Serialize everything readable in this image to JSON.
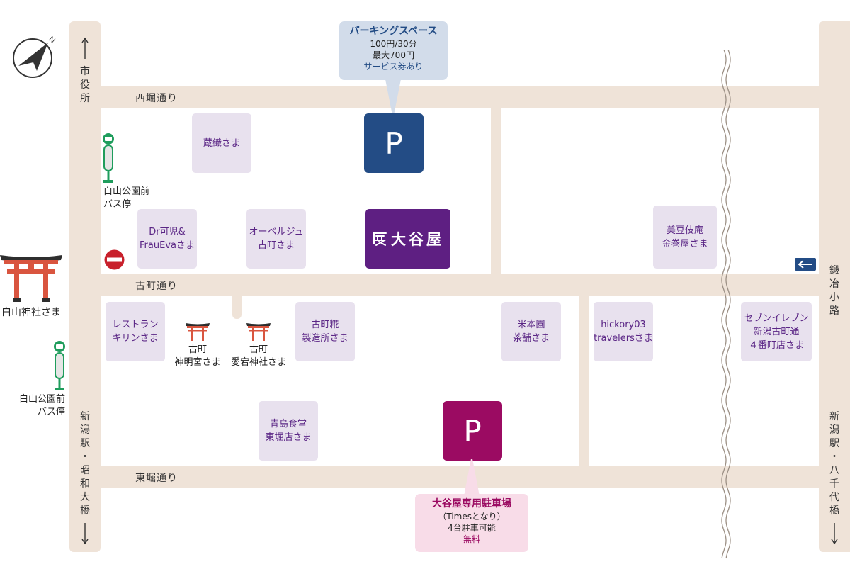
{
  "compass": {
    "north_label": "N",
    "icon": "compass-icon"
  },
  "roads": {
    "nishibori": "西堀通り",
    "furumachi": "古町通り",
    "higashibori": "東堀通り"
  },
  "directions": {
    "city_hall": "市役所",
    "kaji_koji": "鍛冶小路",
    "left_bottom": "新潟駅・昭和大橋",
    "right_bottom": "新潟駅・八千代橋"
  },
  "parking_space": {
    "label": "P",
    "callout_title": "パーキングスペース",
    "callout_line1": "100円/30分",
    "callout_line2": "最大700円",
    "callout_line3": "サービス券あり",
    "color": "#234c85"
  },
  "private_parking": {
    "label": "P",
    "callout_title": "大谷屋専用駐車場",
    "callout_line1": "（Timesとなり）",
    "callout_line2": "4台駐車可能",
    "callout_line3": "無料",
    "color": "#9b0b62"
  },
  "main_store": {
    "name": "大谷屋",
    "color": "#5e1f82"
  },
  "bus_stops": [
    {
      "line1": "白山公園前",
      "line2": "バス停"
    },
    {
      "line1": "白山公園前",
      "line2": "バス停"
    }
  ],
  "shrines": {
    "hakusan": "白山神社さま",
    "shinmei_line1": "古町",
    "shinmei_line2": "神明宮さま",
    "atago_line1": "古町",
    "atago_line2": "愛宕神社さま"
  },
  "shops": {
    "kuraori": {
      "line1": "蔵織さま"
    },
    "dr_kaji": {
      "line1": "Dr可児&",
      "line2": "FrauEvaさま"
    },
    "auberge": {
      "line1": "オーベルジュ",
      "line2": "古町さま"
    },
    "mitoteian": {
      "line1": "美豆伎庵",
      "line2": "金巻屋さま"
    },
    "kirin": {
      "line1": "レストラン",
      "line2": "キリンさま"
    },
    "koji": {
      "line1": "古町糀",
      "line2": "製造所さま"
    },
    "yonemoto": {
      "line1": "米本園",
      "line2": "茶舗さま"
    },
    "hickory": {
      "line1": "hickory03",
      "line2": "travelersさま"
    },
    "seven": {
      "line1": "セブンイレブン",
      "line2": "新潟古町通",
      "line3": "４番町店さま"
    },
    "aoshima": {
      "line1": "青島食堂",
      "line2": "東堀店さま"
    }
  },
  "signs": {
    "no_entry": "no-entry-icon",
    "one_way": "one-way-left-icon"
  }
}
